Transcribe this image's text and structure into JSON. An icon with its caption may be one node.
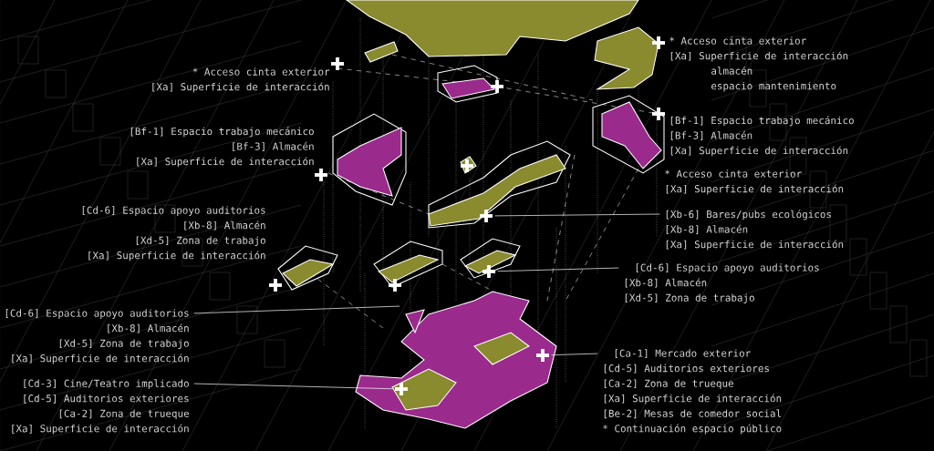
{
  "diagram": {
    "nodes": [
      {
        "text": [
          "* Acceso cinta exterior",
          "[Xa] Superficie de interacción"
        ]
      },
      {
        "text": [
          "* Acceso cinta exterior",
          "[Xa] Superficie de interacción",
          "almacén",
          "espacio mantenimiento"
        ]
      },
      {
        "text": [
          "[Bf-1] Espacio trabajo mecánico",
          "[Bf-3] Almacén",
          "[Xa] Superficie de interacción"
        ]
      },
      {
        "text": [
          "[Bf-1] Espacio trabajo mecánico",
          "[Bf-3] Almacén",
          "[Xa] Superficie de interacción"
        ]
      },
      {
        "text": [
          "* Acceso cinta exterior",
          "[Xa] Superficie de interacción"
        ]
      },
      {
        "text": [
          "[Xb-6] Bares/pubs ecológicos",
          "[Xb-8] Almacén",
          "[Xa] Superficie de interacción"
        ]
      },
      {
        "text": [
          "[Cd-6] Espacio apoyo auditorios",
          "[Xb-8] Almacén",
          "[Xd-5] Zona de trabajo",
          "[Xa] Superficie de interacción"
        ]
      },
      {
        "text": [
          "[Cd-6] Espacio apoyo auditorios",
          "[Xb-8] Almacén",
          "[Xd-5] Zona de trabajo"
        ]
      },
      {
        "text": [
          "[Cd-6] Espacio apoyo auditorios",
          "[Xb-8] Almacén",
          "[Xd-5] Zona de trabajo",
          "[Xa] Superficie de interacción"
        ]
      },
      {
        "text": [
          "[Cd-3] Cine/Teatro implicado",
          "[Cd-5] Auditorios exteriores",
          "[Ca-2] Zona de trueque",
          "[Xa] Superficie de interacción"
        ]
      },
      {
        "text": [
          "[Ca-1] Mercado exterior",
          "[Cd-5] Auditorios exteriores",
          "[Ca-2] Zona de trueque",
          "[Xa] Superficie de interacción",
          "[Be-2] Mesas de comedor social",
          "* Continuación espacio público"
        ]
      },
      {
        "text": [],
        "shape": "cross"
      },
      {
        "text": [],
        "shape": "cross"
      },
      {
        "text": [],
        "shape": "cross"
      },
      {
        "text": [],
        "shape": "cross"
      }
    ],
    "edges": [
      {
        "from": 11,
        "to": 5,
        "arrow": "none"
      },
      {
        "from": 12,
        "to": 7,
        "arrow": "none"
      },
      {
        "from": 8,
        "to": null,
        "arrow": "none"
      },
      {
        "from": 9,
        "to": 13,
        "arrow": "none"
      },
      {
        "from": 14,
        "to": 10,
        "arrow": "none"
      }
    ]
  }
}
